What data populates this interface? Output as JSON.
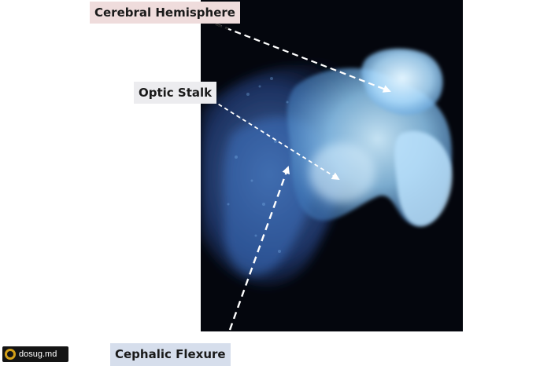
{
  "labels": {
    "cerebral_hemisphere": "Cerebral Hemisphere",
    "optic_stalk": "Optic Stalk",
    "cephalic_flexure": "Cephalic Flexure"
  },
  "watermark": {
    "text": "dosug.md",
    "icon": "coin-badge-icon"
  },
  "colors": {
    "photo_background": "#04060d",
    "tissue_glow": "#9fd6ff",
    "hemisphere_label_bg": "#efdcdc",
    "optic_label_bg": "#ececef",
    "flexure_label_bg": "#d6deec",
    "arrow": "#ffffff"
  }
}
